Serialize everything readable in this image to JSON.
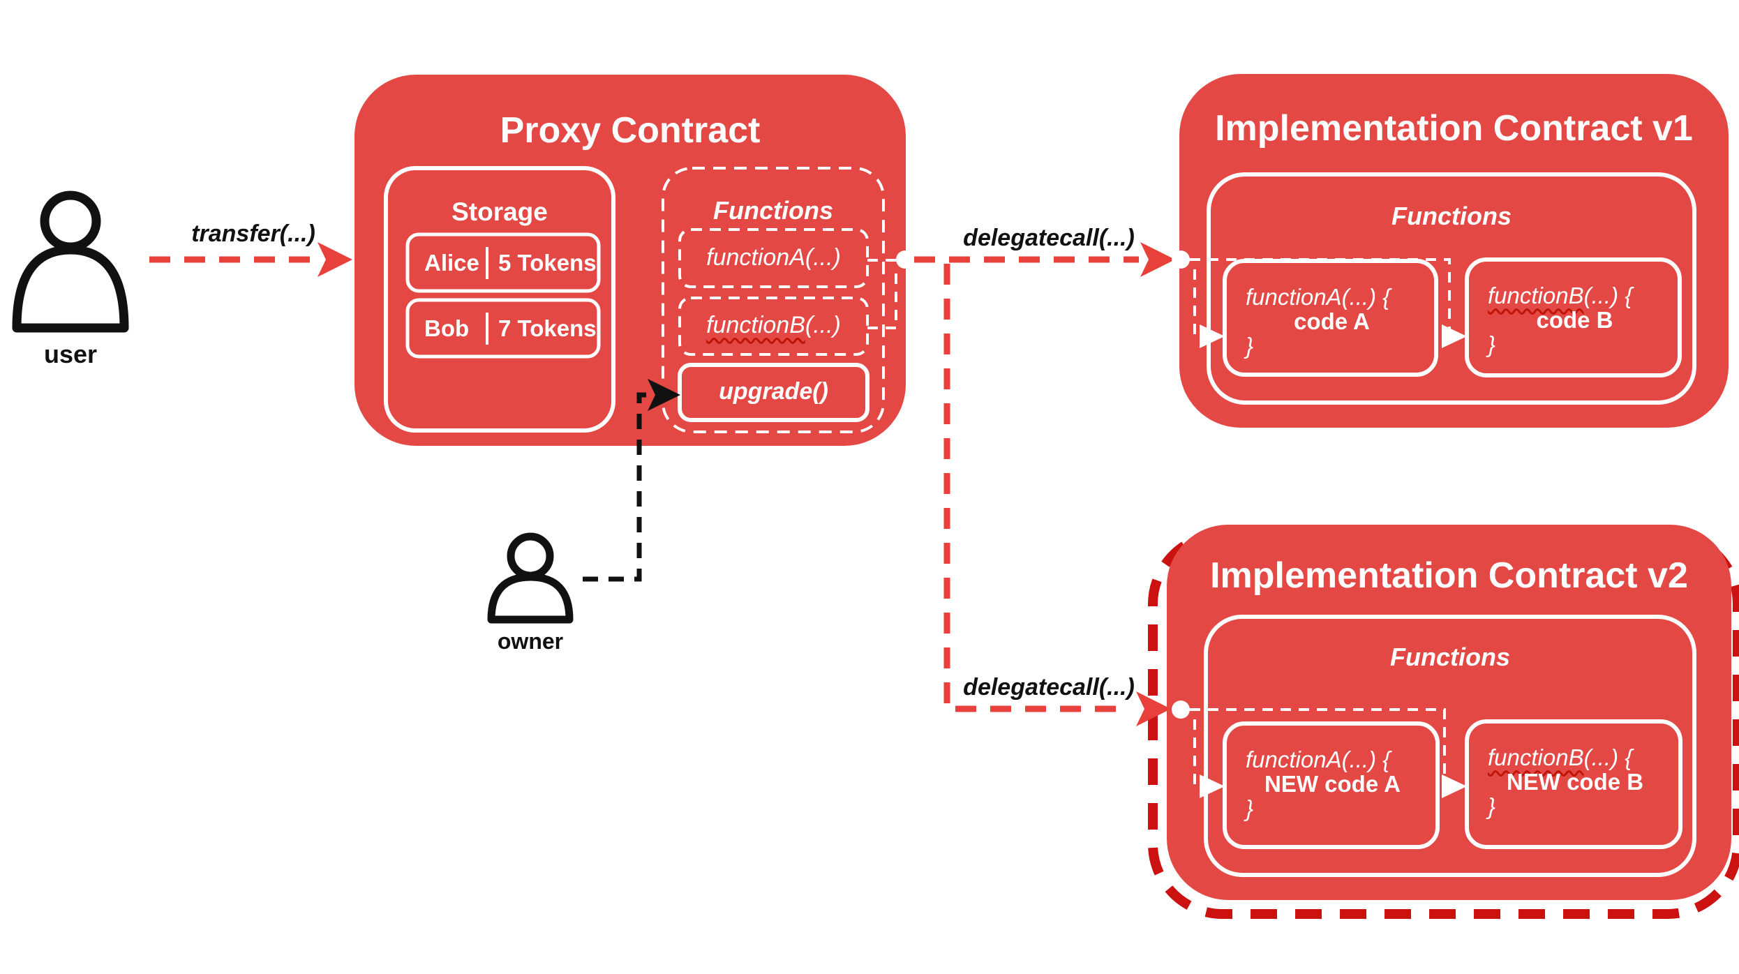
{
  "colors": {
    "box_red": "#E34845",
    "arrow_red": "#E8403B",
    "dark_red": "#CC1111",
    "text_black": "#111111",
    "text_white": "#FFFFFF",
    "squiggle_red": "#BF1508"
  },
  "actors": {
    "user": {
      "label": "user",
      "icon": "person-icon"
    },
    "owner": {
      "label": "owner",
      "icon": "person-icon"
    }
  },
  "arrows": {
    "transfer": {
      "label": "transfer(...)"
    },
    "delegatecall_v1": {
      "label": "delegatecall(...)"
    },
    "delegatecall_v2": {
      "label": "delegatecall(...)"
    }
  },
  "proxy_contract": {
    "title": "Proxy Contract",
    "storage": {
      "title": "Storage",
      "rows": [
        {
          "name": "Alice",
          "value": "5 Tokens"
        },
        {
          "name": "Bob",
          "value": "7 Tokens"
        }
      ]
    },
    "functions": {
      "title": "Functions",
      "function_a": "functionA(...)",
      "function_b_name": "functionB",
      "function_b_args": "(...)",
      "upgrade": "upgrade()"
    }
  },
  "implementation_v1": {
    "title": "Implementation Contract v1",
    "functions": {
      "title": "Functions",
      "function_a": {
        "signature": "functionA(...) {",
        "body": "code A",
        "close": "}"
      },
      "function_b": {
        "name": "functionB",
        "rest": "(...) {",
        "body": "code B",
        "close": "}"
      }
    }
  },
  "implementation_v2": {
    "title": "Implementation Contract v2",
    "functions": {
      "title": "Functions",
      "function_a": {
        "signature": "functionA(...) {",
        "body": "NEW code A",
        "close": "}"
      },
      "function_b": {
        "name": "functionB",
        "rest": "(...) {",
        "body": "NEW code B",
        "close": "}"
      }
    }
  }
}
